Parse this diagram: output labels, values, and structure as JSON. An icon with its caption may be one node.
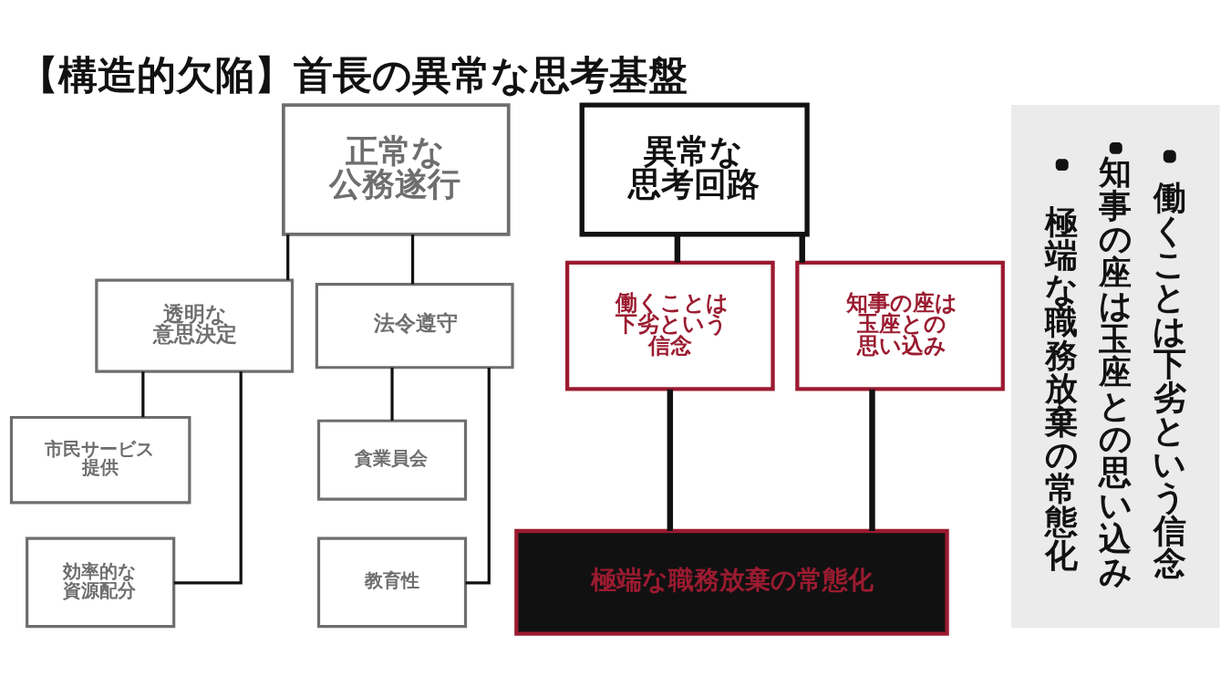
{
  "diagram": {
    "title": "【構造的欠陥】首長の異常な思考基盤",
    "nodes": [
      {
        "text": [
          "正常な公務遂行"
        ]
      },
      {
        "text": [
          "透明な意思決定"
        ]
      },
      {
        "text": [
          "法令遵守"
        ]
      },
      {
        "text": [
          "市民サービス提供"
        ]
      },
      {
        "text": [
          "効率的な資源配分"
        ]
      },
      {
        "text": [
          "貪業員会"
        ]
      },
      {
        "text": [
          "教育性"
        ]
      },
      {
        "text": [
          "異常な思考回路"
        ]
      },
      {
        "text": [
          "働くことは下劣という信念"
        ]
      },
      {
        "text": [
          "知事の座は玉座との思い込み"
        ]
      },
      {
        "text": [
          "極端な職務放棄の常態化"
        ]
      },
      {
        "text": [
          "極端な職務放棄の常態化",
          "知事の座は玉座との思い込み",
          "働くことは下劣という信念"
        ]
      }
    ],
    "edges": [
      {
        "from": 0,
        "to": 1,
        "arrow": "none"
      },
      {
        "from": 0,
        "to": 2,
        "arrow": "none"
      },
      {
        "from": 1,
        "to": 3,
        "arrow": "none"
      },
      {
        "from": 1,
        "to": 4,
        "arrow": "none"
      },
      {
        "from": 2,
        "to": 5,
        "arrow": "none"
      },
      {
        "from": 2,
        "to": 6,
        "arrow": "none"
      },
      {
        "from": 7,
        "to": 8,
        "arrow": "none",
        "style": "thick"
      },
      {
        "from": 7,
        "to": 9,
        "arrow": "none",
        "style": "thick"
      },
      {
        "from": 8,
        "to": 10,
        "arrow": "none",
        "style": "thick"
      },
      {
        "from": 9,
        "to": 10,
        "arrow": "none",
        "style": "thick"
      }
    ]
  }
}
